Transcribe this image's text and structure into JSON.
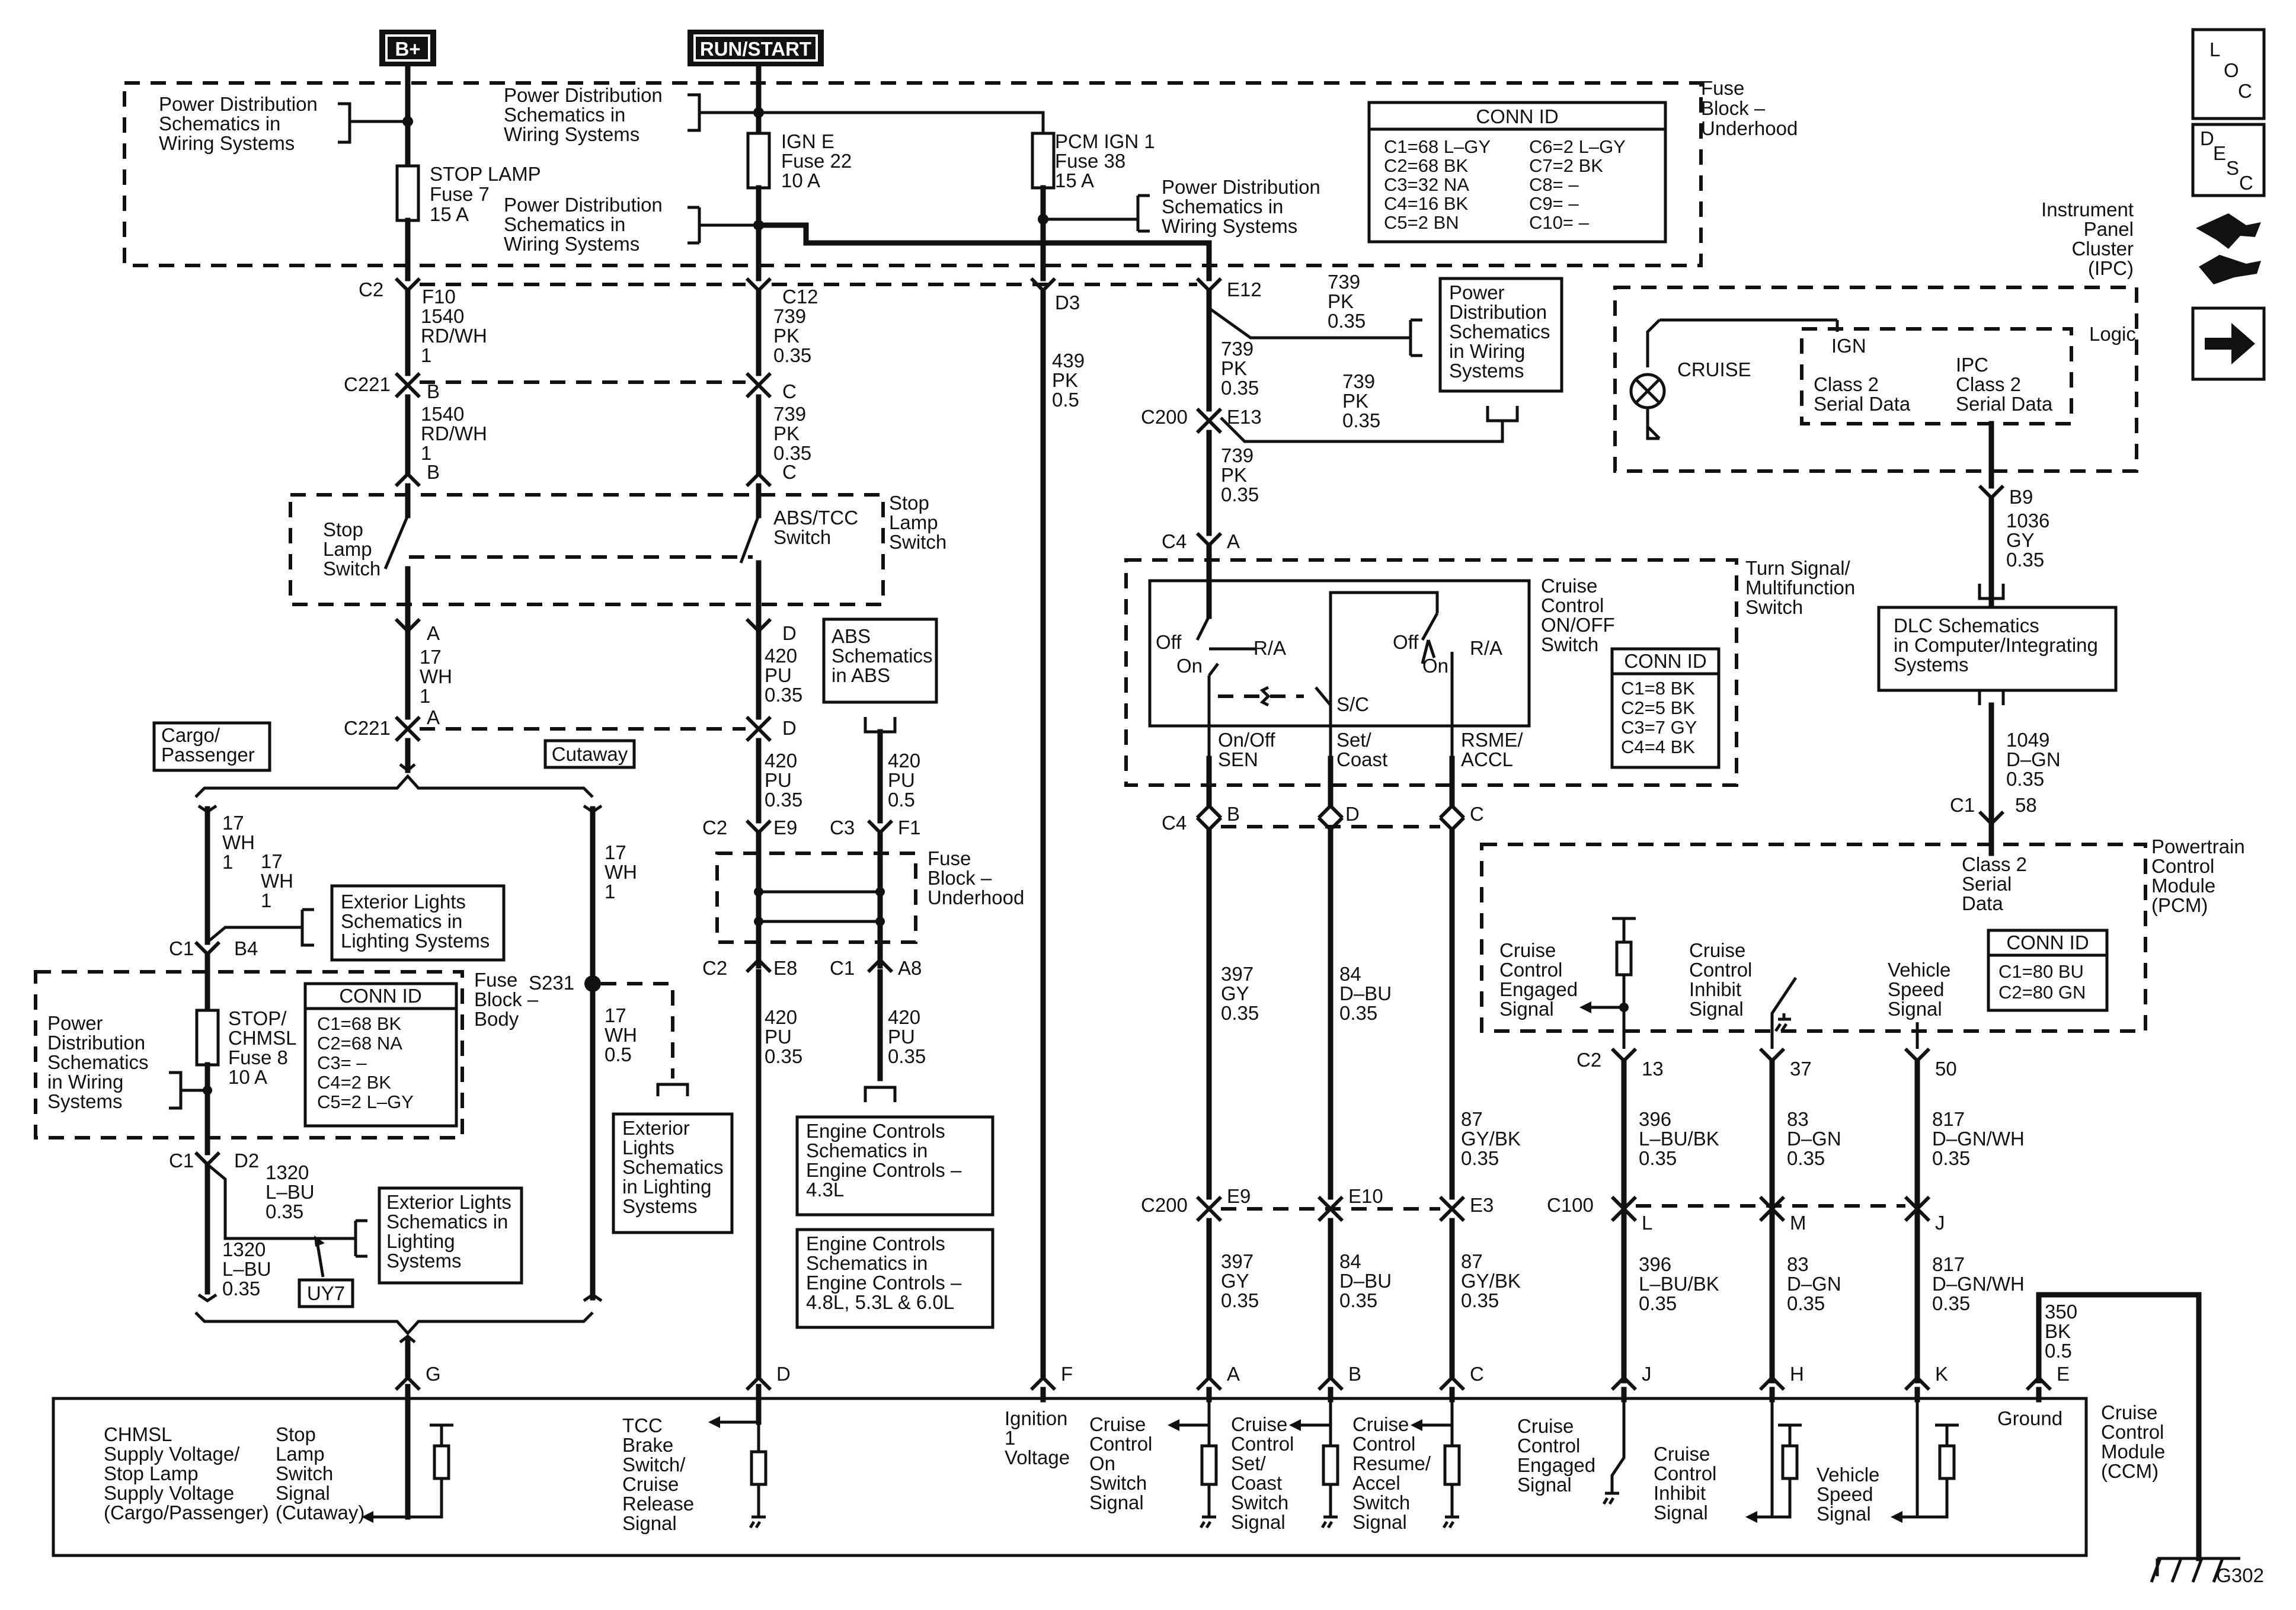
{
  "top": {
    "bplus": "B+",
    "runstart": "RUN/START"
  },
  "fuseblock_underhood": {
    "title": [
      "Fuse",
      "Block –",
      "Underhood"
    ],
    "pdist1": [
      "Power Distribution",
      "Schematics in",
      "Wiring Systems"
    ],
    "pdist2": [
      "Power Distribution",
      "Schematics in",
      "Wiring Systems"
    ],
    "pdist3": [
      "Power Distribution",
      "Schematics in",
      "Wiring Systems"
    ],
    "pdist4": [
      "Power Distribution",
      "Schematics in",
      "Wiring Systems"
    ],
    "fuse_stop": [
      "STOP LAMP",
      "Fuse 7",
      "15 A"
    ],
    "fuse_igne": [
      "IGN E",
      "Fuse 22",
      "10 A"
    ],
    "fuse_pcm": [
      "PCM IGN 1",
      "Fuse 38",
      "15 A"
    ],
    "conn_title": "CONN ID",
    "conn_left": [
      "C1=68 L–GY",
      "C2=68 BK",
      "C3=32 NA",
      "C4=16 BK",
      "C5=2 BN"
    ],
    "conn_right": [
      "C6=2 L–GY",
      "C7=2 BK",
      "C8= –",
      "C9= –",
      "C10= –"
    ]
  },
  "icons": {
    "loc": [
      "L",
      "O",
      "C"
    ],
    "desc": [
      "D",
      "E",
      "S",
      "C"
    ],
    "car_icon": "vehicle-connector-icon",
    "arrow_icon": "right-arrow-icon"
  },
  "ipc": {
    "title": [
      "Instrument",
      "Panel",
      "Cluster",
      "(IPC)"
    ],
    "cruise": "CRUISE",
    "ign": "IGN",
    "logic": "Logic",
    "class2_a": [
      "Class 2",
      "Serial Data"
    ],
    "class2_b": [
      "IPC",
      "Class 2",
      "Serial Data"
    ],
    "pin": "B9",
    "wire": [
      "1036",
      "GY",
      "0.35"
    ]
  },
  "dlc": {
    "text": [
      "DLC Schematics",
      "in Computer/Integrating",
      "Systems"
    ],
    "wire": [
      "1049",
      "D–GN",
      "0.35"
    ],
    "conn": "C1",
    "pin": "58"
  },
  "pcm": {
    "title": [
      "Powertrain",
      "Control",
      "Module",
      "(PCM)"
    ],
    "class2": [
      "Class 2",
      "Serial",
      "Data"
    ],
    "conn_title": "CONN ID",
    "conn": [
      "C1=80 BU",
      "C2=80 GN"
    ],
    "engaged": [
      "Cruise",
      "Control",
      "Engaged",
      "Signal"
    ],
    "inhibit": [
      "Cruise",
      "Control",
      "Inhibit",
      "Signal"
    ],
    "vss": [
      "Vehicle",
      "Speed",
      "Signal"
    ],
    "c2": "C2",
    "pins": [
      "13",
      "37",
      "50"
    ]
  },
  "left_column": {
    "c2": "C2",
    "f10": "F10",
    "w1": [
      "1540",
      "RD/WH",
      "1"
    ],
    "c221": "C221",
    "b": "B",
    "w2": [
      "1540",
      "RD/WH",
      "1"
    ],
    "stop_lamp_switch": [
      "Stop",
      "Lamp",
      "Switch"
    ],
    "a": "A",
    "w3": [
      "17",
      "WH",
      "1"
    ],
    "cargo": [
      "Cargo/",
      "Passenger"
    ],
    "cutaway": "Cutaway",
    "w4": [
      "17",
      "WH",
      "1"
    ],
    "w5": [
      "17",
      "WH",
      "1"
    ],
    "w6": [
      "17",
      "WH",
      "1"
    ],
    "c1": "C1",
    "b4": "B4",
    "ext_lights1": [
      "Exterior Lights",
      "Schematics in",
      "Lighting Systems"
    ],
    "fuseblock_body": [
      "Fuse",
      "Block –",
      "Body"
    ],
    "pdist_body": [
      "Power",
      "Distribution",
      "Schematics",
      "in Wiring",
      "Systems"
    ],
    "fuse_stopchmsl": [
      "STOP/",
      "CHMSL",
      "Fuse 8",
      "10 A"
    ],
    "conn_title": "CONN ID",
    "conn": [
      "C1=68 BK",
      "C2=68 NA",
      "C3= –",
      "C4=2 BK",
      "C5=2 L–GY"
    ],
    "s231": "S231",
    "w7": [
      "17",
      "WH",
      "0.5"
    ],
    "ext_lights2": [
      "Exterior",
      "Lights",
      "Schematics",
      "in Lighting",
      "Systems"
    ],
    "d2": "D2",
    "w8": [
      "1320",
      "L–BU",
      "0.35"
    ],
    "w9": [
      "1320",
      "L–BU",
      "0.35"
    ],
    "ext_lights3": [
      "Exterior Lights",
      "Schematics in",
      "Lighting",
      "Systems"
    ],
    "uy7": "UY7",
    "g": "G"
  },
  "mid_column": {
    "c12": "C12",
    "w1": [
      "739",
      "PK",
      "0.35"
    ],
    "c": "C",
    "w2": [
      "739",
      "PK",
      "0.35"
    ],
    "abs_tcc": [
      "ABS/TCC",
      "Switch"
    ],
    "stop_lamp_sw": [
      "Stop",
      "Lamp",
      "Switch"
    ],
    "d": "D",
    "w3": [
      "420",
      "PU",
      "0.35"
    ],
    "w4": [
      "420",
      "PU",
      "0.35"
    ],
    "abs": [
      "ABS",
      "Schematics",
      "in ABS"
    ],
    "w5": [
      "420",
      "PU",
      "0.5"
    ],
    "c2": "C2",
    "e9": "E9",
    "c3": "C3",
    "f1": "F1",
    "fuseblock": [
      "Fuse",
      "Block –",
      "Underhood"
    ],
    "e8": "E8",
    "c1": "C1",
    "a8": "A8",
    "w6": [
      "420",
      "PU",
      "0.35"
    ],
    "w7": [
      "420",
      "PU",
      "0.35"
    ],
    "eng1": [
      "Engine Controls",
      "Schematics in",
      "Engine Controls –",
      "4.3L"
    ],
    "eng2": [
      "Engine Controls",
      "Schematics in",
      "Engine Controls –",
      "4.8L, 5.3L & 6.0L"
    ],
    "d3": "D3",
    "w8": [
      "439",
      "PK",
      "0.5"
    ],
    "f": "F"
  },
  "right_column": {
    "e12": "E12",
    "w1": [
      "739",
      "PK",
      "0.35"
    ],
    "w2": [
      "739",
      "PK",
      "0.35"
    ],
    "w3": [
      "739",
      "PK",
      "0.35"
    ],
    "pdist": [
      "Power",
      "Distribution",
      "Schematics",
      "in Wiring",
      "Systems"
    ],
    "c200": "C200",
    "e13": "E13",
    "w4": [
      "739",
      "PK",
      "0.35"
    ],
    "c4": "C4",
    "a": "A",
    "turn_signal": [
      "Turn Signal/",
      "Multifunction",
      "Switch"
    ],
    "cruise_onoff": [
      "Cruise",
      "Control",
      "ON/OFF",
      "Switch"
    ],
    "off": "Off",
    "on": "On",
    "ra": "R/A",
    "sc": "S/C",
    "onoff_sen": [
      "On/Off",
      "SEN"
    ],
    "set_coast": [
      "Set/",
      "Coast"
    ],
    "rsme": [
      "RSME/",
      "ACCL"
    ],
    "conn_title": "CONN ID",
    "conn": [
      "C1=8 BK",
      "C2=5 BK",
      "C3=7 GY",
      "C4=4 BK"
    ],
    "pins": [
      "B",
      "D",
      "C"
    ],
    "wA": [
      "397",
      "GY",
      "0.35"
    ],
    "wB": [
      "84",
      "D–BU",
      "0.35"
    ],
    "wC": [
      "87",
      "GY/BK",
      "0.35"
    ],
    "c200_pins": [
      "E9",
      "E10",
      "E3"
    ],
    "wA2": [
      "397",
      "GY",
      "0.35"
    ],
    "wB2": [
      "84",
      "D–BU",
      "0.35"
    ],
    "wC2": [
      "87",
      "GY/BK",
      "0.35"
    ]
  },
  "pcm_wires": {
    "w1": [
      "396",
      "L–BU/BK",
      "0.35"
    ],
    "w2": [
      "83",
      "D–GN",
      "0.35"
    ],
    "w3": [
      "817",
      "D–GN/WH",
      "0.35"
    ],
    "c100": "C100",
    "pins": [
      "L",
      "M",
      "J"
    ],
    "w4": [
      "396",
      "L–BU/BK",
      "0.35"
    ],
    "w5": [
      "83",
      "D–GN",
      "0.35"
    ],
    "w6": [
      "817",
      "D–GN/WH",
      "0.35"
    ],
    "gnd": [
      "350",
      "BK",
      "0.5"
    ]
  },
  "ccm": {
    "title": [
      "Cruise",
      "Control",
      "Module",
      "(CCM)"
    ],
    "pins": [
      "G",
      "D",
      "F",
      "A",
      "B",
      "C",
      "J",
      "H",
      "K",
      "E"
    ],
    "chmsl": [
      "CHMSL",
      "Supply Voltage/",
      "Stop Lamp",
      "Supply Voltage",
      "(Cargo/Passenger)"
    ],
    "stop_sw": [
      "Stop",
      "Lamp",
      "Switch",
      "Signal",
      "(Cutaway)"
    ],
    "tcc": [
      "TCC",
      "Brake",
      "Switch/",
      "Cruise",
      "Release",
      "Signal"
    ],
    "ign": [
      "Ignition",
      "1",
      "Voltage"
    ],
    "on_sw": [
      "Cruise",
      "Control",
      "On",
      "Switch",
      "Signal"
    ],
    "set_sw": [
      "Cruise",
      "Control",
      "Set/",
      "Coast",
      "Switch",
      "Signal"
    ],
    "res_sw": [
      "Cruise",
      "Control",
      "Resume/",
      "Accel",
      "Switch",
      "Signal"
    ],
    "engaged": [
      "Cruise",
      "Control",
      "Engaged",
      "Signal"
    ],
    "inhibit": [
      "Cruise",
      "Control",
      "Inhibit",
      "Signal"
    ],
    "vss": [
      "Vehicle",
      "Speed",
      "Signal"
    ],
    "ground": "Ground",
    "g302": "G302"
  }
}
